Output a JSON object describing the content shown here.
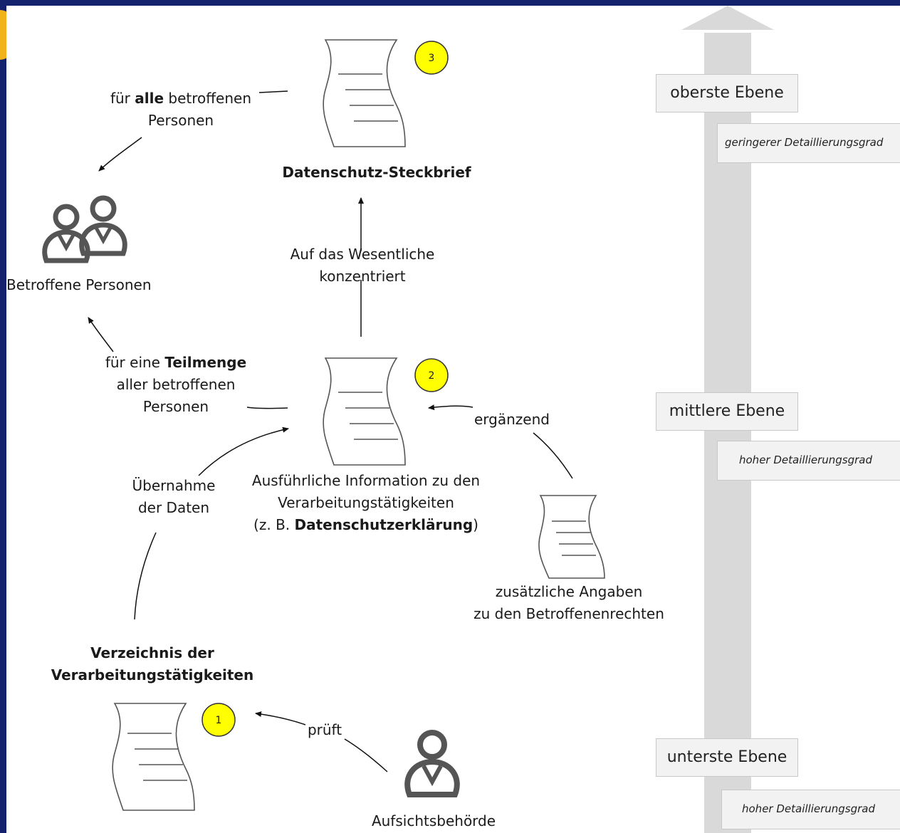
{
  "documents": {
    "steckbrief": {
      "badge": "3",
      "title": "Datenschutz-Steckbrief"
    },
    "erklaerung": {
      "badge": "2",
      "line1": "Ausführliche Information zu den",
      "line2": "Verarbeitungstätigkeiten",
      "line3_prefix": "(z. B. ",
      "line3_bold": "Datenschutzerklärung",
      "line3_suffix": ")"
    },
    "verzeichnis": {
      "badge": "1",
      "title_line1": "Verzeichnis der",
      "title_line2": "Verarbeitungstätigkeiten"
    },
    "zusatz": {
      "line1": "zusätzliche Angaben",
      "line2": "zu den Betroffenenrechten"
    }
  },
  "actors": {
    "betroffene": "Betroffene Personen",
    "behoerde": "Aufsichtsbehörde"
  },
  "edges": {
    "alle": {
      "prefix": "für ",
      "bold": "alle",
      "suffix": " betroffenen",
      "line2": "Personen"
    },
    "teilmenge": {
      "prefix": "für eine ",
      "bold": "Teilmenge",
      "line2": "aller betroffenen",
      "line3": "Personen"
    },
    "wesentliche": {
      "line1": "Auf das Wesentliche",
      "line2": "konzentriert"
    },
    "uebernahme": {
      "line1": "Übernahme",
      "line2": "der Daten"
    },
    "ergaenzend": "ergänzend",
    "prueft": "prüft"
  },
  "levels": {
    "top": {
      "label": "oberste Ebene",
      "detail": "geringerer Detaillierungsgrad"
    },
    "middle": {
      "label": "mittlere Ebene",
      "detail": "hoher Detaillierungsgrad"
    },
    "bottom": {
      "label": "unterste Ebene",
      "detail": "hoher Detaillierungsgrad"
    }
  },
  "colors": {
    "frame": "#14226e",
    "badge": "#ffff00",
    "level_arrow": "#d9d9d9",
    "icon": "#555555"
  }
}
